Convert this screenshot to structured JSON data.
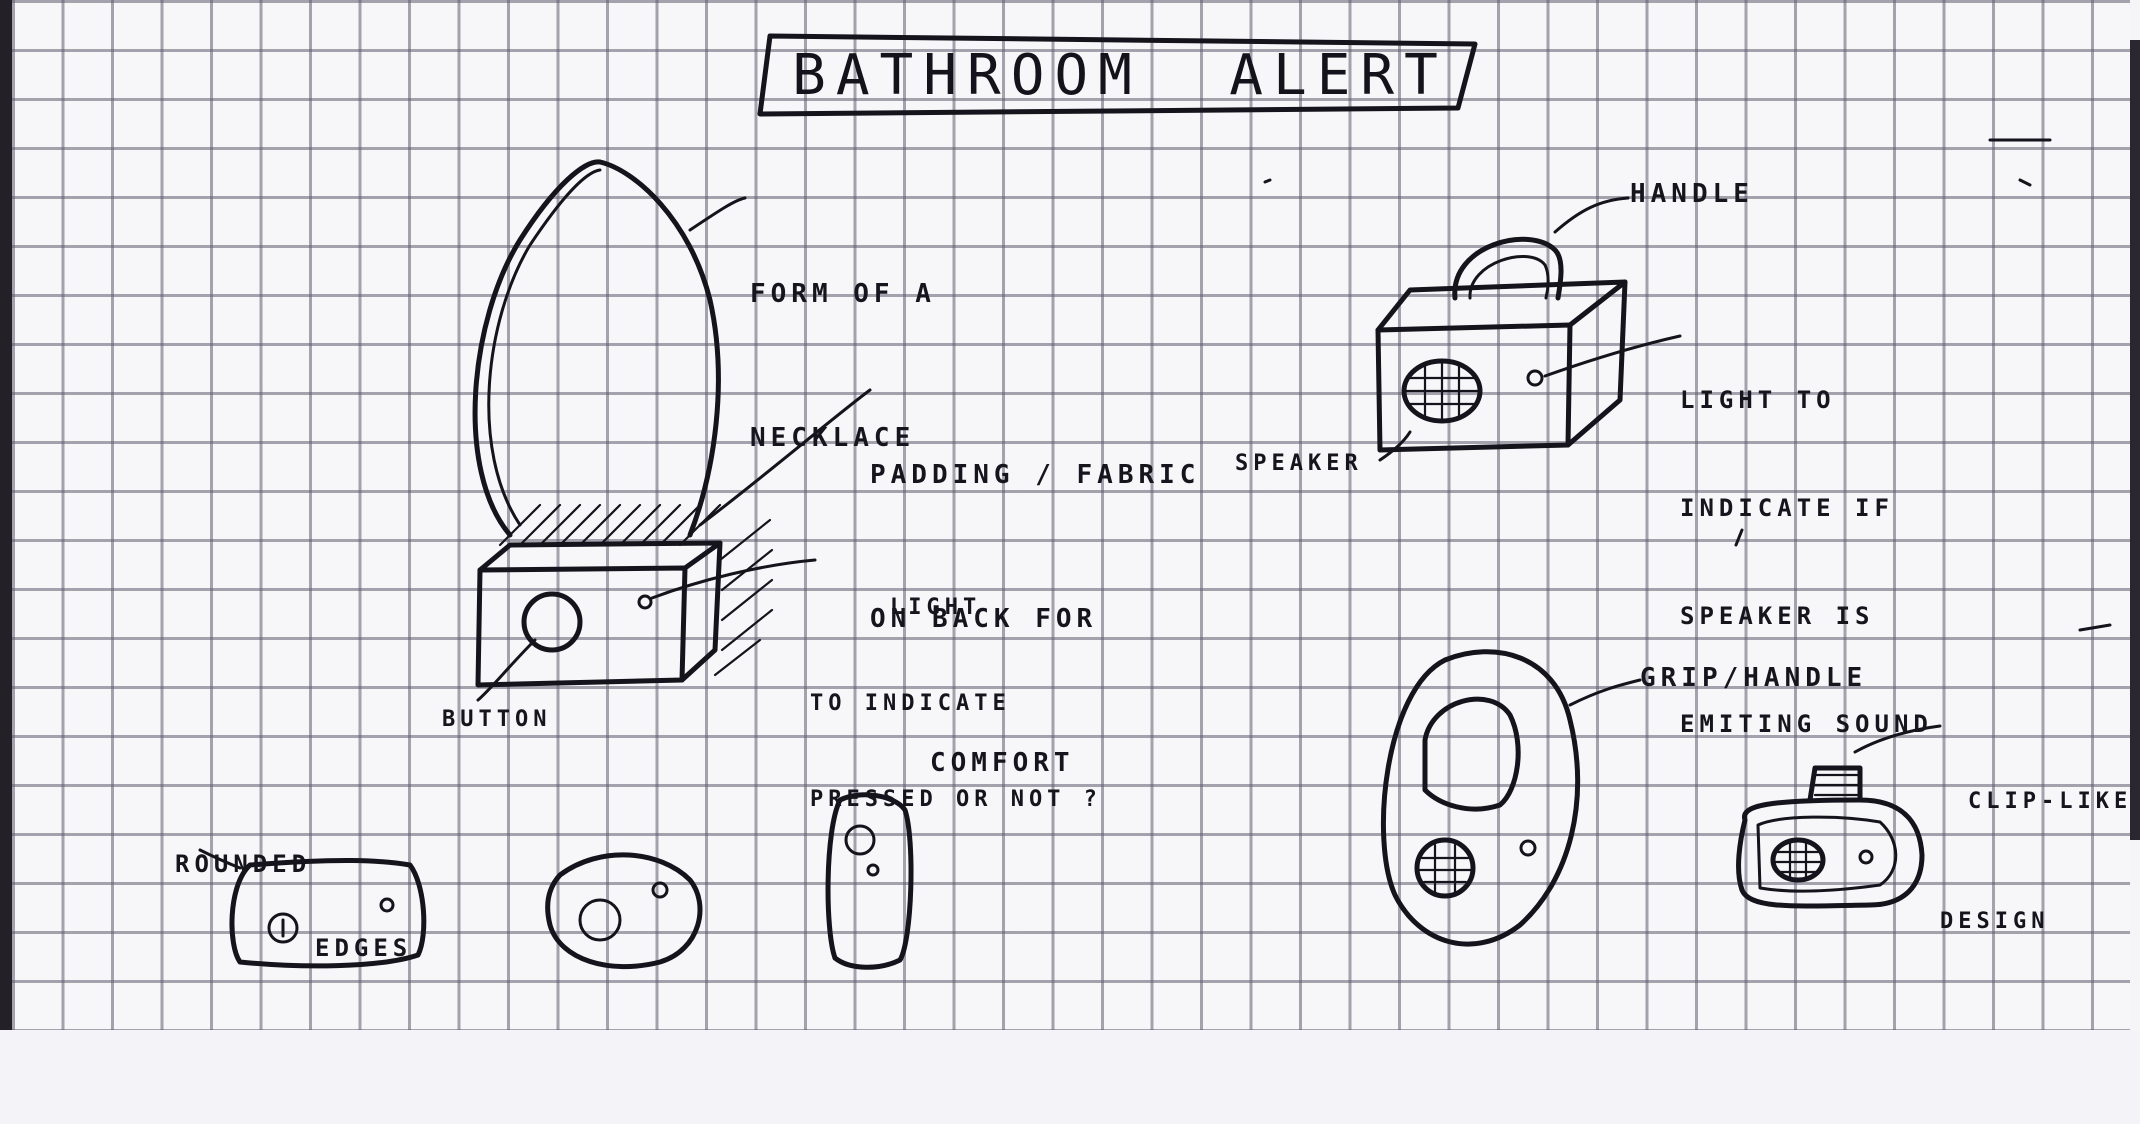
{
  "title": "BATHROOM  ALERT",
  "annotations": {
    "necklace_line1": "FORM OF A",
    "necklace_line2": "NECKLACE",
    "padding_line1": "PADDING / FABRIC",
    "padding_line2": "ON BACK FOR",
    "padding_line3": "COMFORT",
    "light_line1": "LIGHT",
    "light_line2": "TO INDICATE",
    "light_line3": "PRESSED OR NOT ?",
    "button": "BUTTON",
    "handle": "HANDLE",
    "speaker_light_line1": "LIGHT TO",
    "speaker_light_line2": "INDICATE IF",
    "speaker_light_line3": "SPEAKER IS",
    "speaker_light_line4": "EMITING SOUND",
    "speaker": "SPEAKER",
    "grip_handle": "GRIP/HANDLE",
    "clip_line1": "CLIP-LIKE",
    "clip_line2": "DESIGN",
    "rounded_line1": "ROUNDED",
    "rounded_line2": "EDGES"
  },
  "colors": {
    "ink": "#15131b",
    "grid": "#5f5c6e",
    "paper": "#f7f6f9"
  }
}
